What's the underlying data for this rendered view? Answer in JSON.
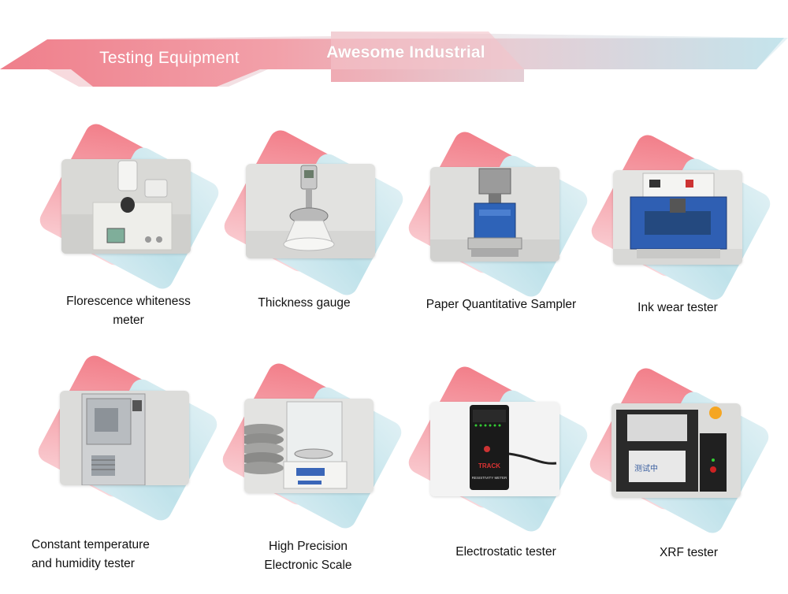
{
  "banner": {
    "left_title": "Testing Equipment",
    "center_title": "Awesome Industrial",
    "colors": {
      "pink": "#f0848f",
      "blue": "#c7e6ee"
    }
  },
  "items": [
    {
      "label_lines": [
        "Florescence whiteness",
        "meter"
      ],
      "image": "florescence-whiteness-meter"
    },
    {
      "label_lines": [
        "Thickness gauge"
      ],
      "image": "thickness-gauge"
    },
    {
      "label_lines": [
        "Paper Quantitative Sampler"
      ],
      "image": "paper-quantitative-sampler"
    },
    {
      "label_lines": [
        "Ink wear tester"
      ],
      "image": "ink-wear-tester"
    },
    {
      "label_lines": [
        "Constant temperature",
        "and humidity tester"
      ],
      "image": "constant-temperature-humidity-tester"
    },
    {
      "label_lines": [
        "High Precision",
        "Electronic Scale"
      ],
      "image": "high-precision-electronic-scale"
    },
    {
      "label_lines": [
        "Electrostatic tester"
      ],
      "image": "electrostatic-tester"
    },
    {
      "label_lines": [
        "XRF tester"
      ],
      "image": "xrf-tester"
    }
  ],
  "device_text": {
    "electrostatic_brand": "TRACK",
    "electrostatic_sub": "RESISTIVITY METER",
    "xrf_screen": "测试中"
  }
}
